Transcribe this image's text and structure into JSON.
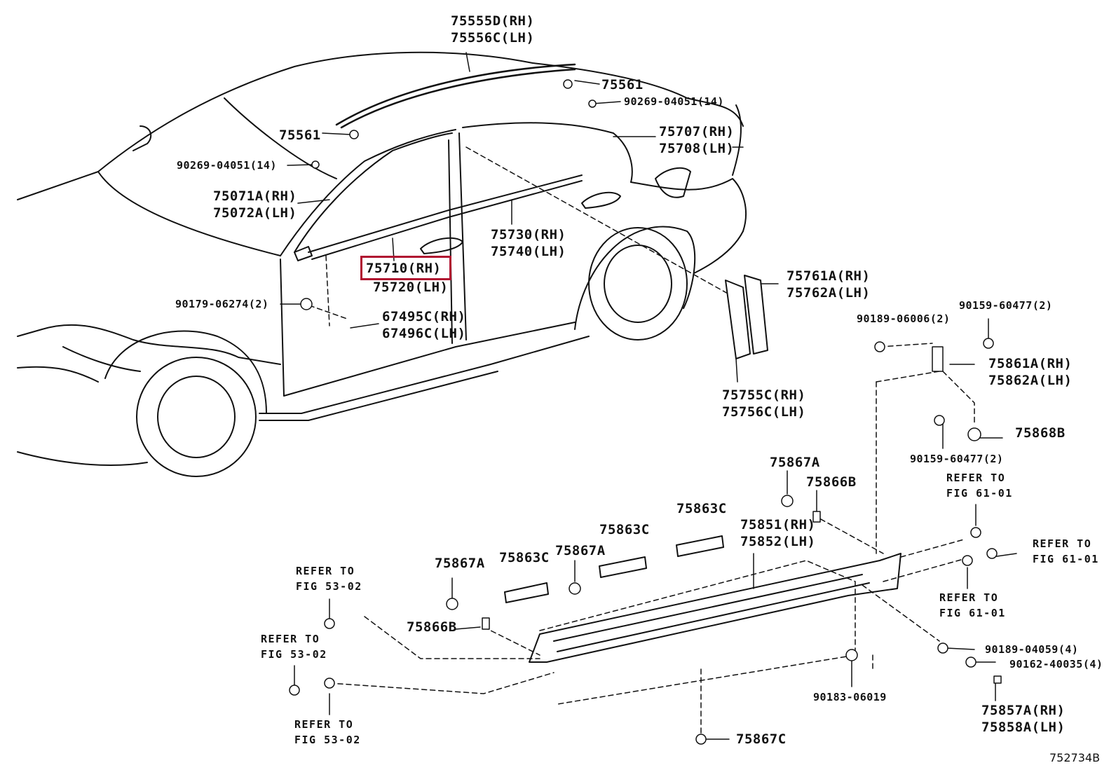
{
  "diagram": {
    "figure_code": "752734B",
    "highlight_color": "#b01030",
    "highlighted_label": "75710 (RH)",
    "labels": {
      "p75555D": "75555D(RH)",
      "p75556C": "75556C(LH)",
      "p75561a": "75561",
      "p90269a": "90269-04051(14)",
      "p75561b": "75561",
      "p75707": "75707(RH)",
      "p75708": "75708(LH)",
      "p90269b": "90269-04051(14)",
      "p75071A": "75071A(RH)",
      "p75072A": "75072A(LH)",
      "p75730": "75730(RH)",
      "p75740": "75740(LH)",
      "p75710": "75710(RH)",
      "p75720": "75720(LH)",
      "p75761A": "75761A(RH)",
      "p75762A": "75762A(LH)",
      "p90179": "90179-06274(2)",
      "p67495C": "67495C(RH)",
      "p67496C": "67496C(LH)",
      "p90159a": "90159-60477(2)",
      "p90189a": "90189-06006(2)",
      "p75861A": "75861A(RH)",
      "p75862A": "75862A(LH)",
      "p75755C": "75755C(RH)",
      "p75756C": "75756C(LH)",
      "p75868B": "75868B",
      "p90159b": "90159-60477(2)",
      "p75867Aa": "75867A",
      "p75866Ba": "75866B",
      "ref61a1": "REFER TO",
      "ref61a2": "FIG 61-01",
      "p75863Ca": "75863C",
      "p75851": "75851(RH)",
      "p75852": "75852(LH)",
      "p75863Cb": "75863C",
      "ref61b1": "REFER TO",
      "ref61b2": "FIG 61-01",
      "p75867Ab": "75867A",
      "p75863Cc": "75863C",
      "p75867Ac": "75867A",
      "ref61c1": "REFER TO",
      "ref61c2": "FIG 61-01",
      "ref53a1": "REFER TO",
      "ref53a2": "FIG 53-02",
      "p75866Bb": "75866B",
      "ref53b1": "REFER TO",
      "ref53b2": "FIG 53-02",
      "p90189b": "90189-04059(4)",
      "p90162": "90162-40035(4)",
      "p90183": "90183-06019",
      "ref53c1": "REFER TO",
      "ref53c2": "FIG 53-02",
      "p75857A": "75857A(RH)",
      "p75858A": "75858A(LH)",
      "p75867C": "75867C"
    }
  }
}
